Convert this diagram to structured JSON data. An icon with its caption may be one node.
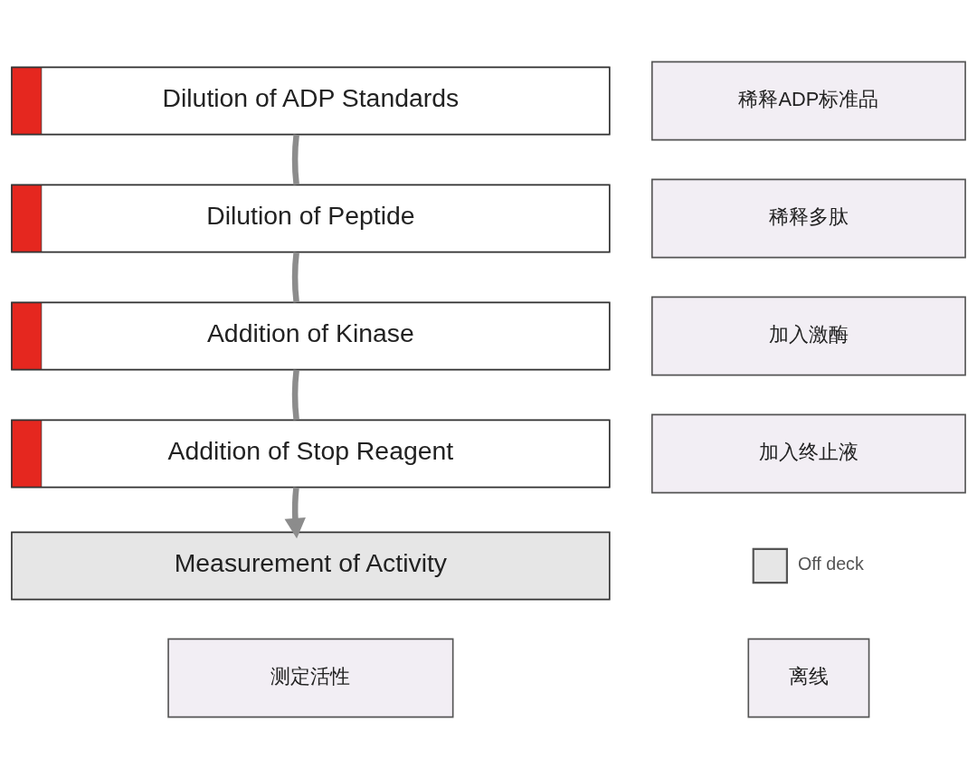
{
  "diagram": {
    "nodes": [
      {
        "text": [
          "Dilution of ADP Standards"
        ]
      },
      {
        "text": [
          "稀释ADP标准品"
        ]
      },
      {
        "text": [
          "Dilution of Peptide"
        ]
      },
      {
        "text": [
          "稀释多肽"
        ]
      },
      {
        "text": [
          "Addition of Kinase"
        ]
      },
      {
        "text": [
          "加入激酶"
        ]
      },
      {
        "text": [
          "Addition of Stop Reagent"
        ]
      },
      {
        "text": [
          "加入终止液"
        ]
      },
      {
        "text": [
          "Measurement of Activity"
        ]
      },
      {
        "text": [
          "测定活性"
        ]
      },
      {
        "text": [
          "离线"
        ]
      }
    ],
    "edges": [
      {
        "from": 0,
        "to": 2,
        "arrow": "none"
      },
      {
        "from": 2,
        "to": 4,
        "arrow": "none"
      },
      {
        "from": 4,
        "to": 6,
        "arrow": "none"
      },
      {
        "from": 6,
        "to": 8,
        "arrow": "to"
      }
    ],
    "legend": [
      {
        "text": "Off deck",
        "color": "#e6e6e6"
      }
    ]
  }
}
